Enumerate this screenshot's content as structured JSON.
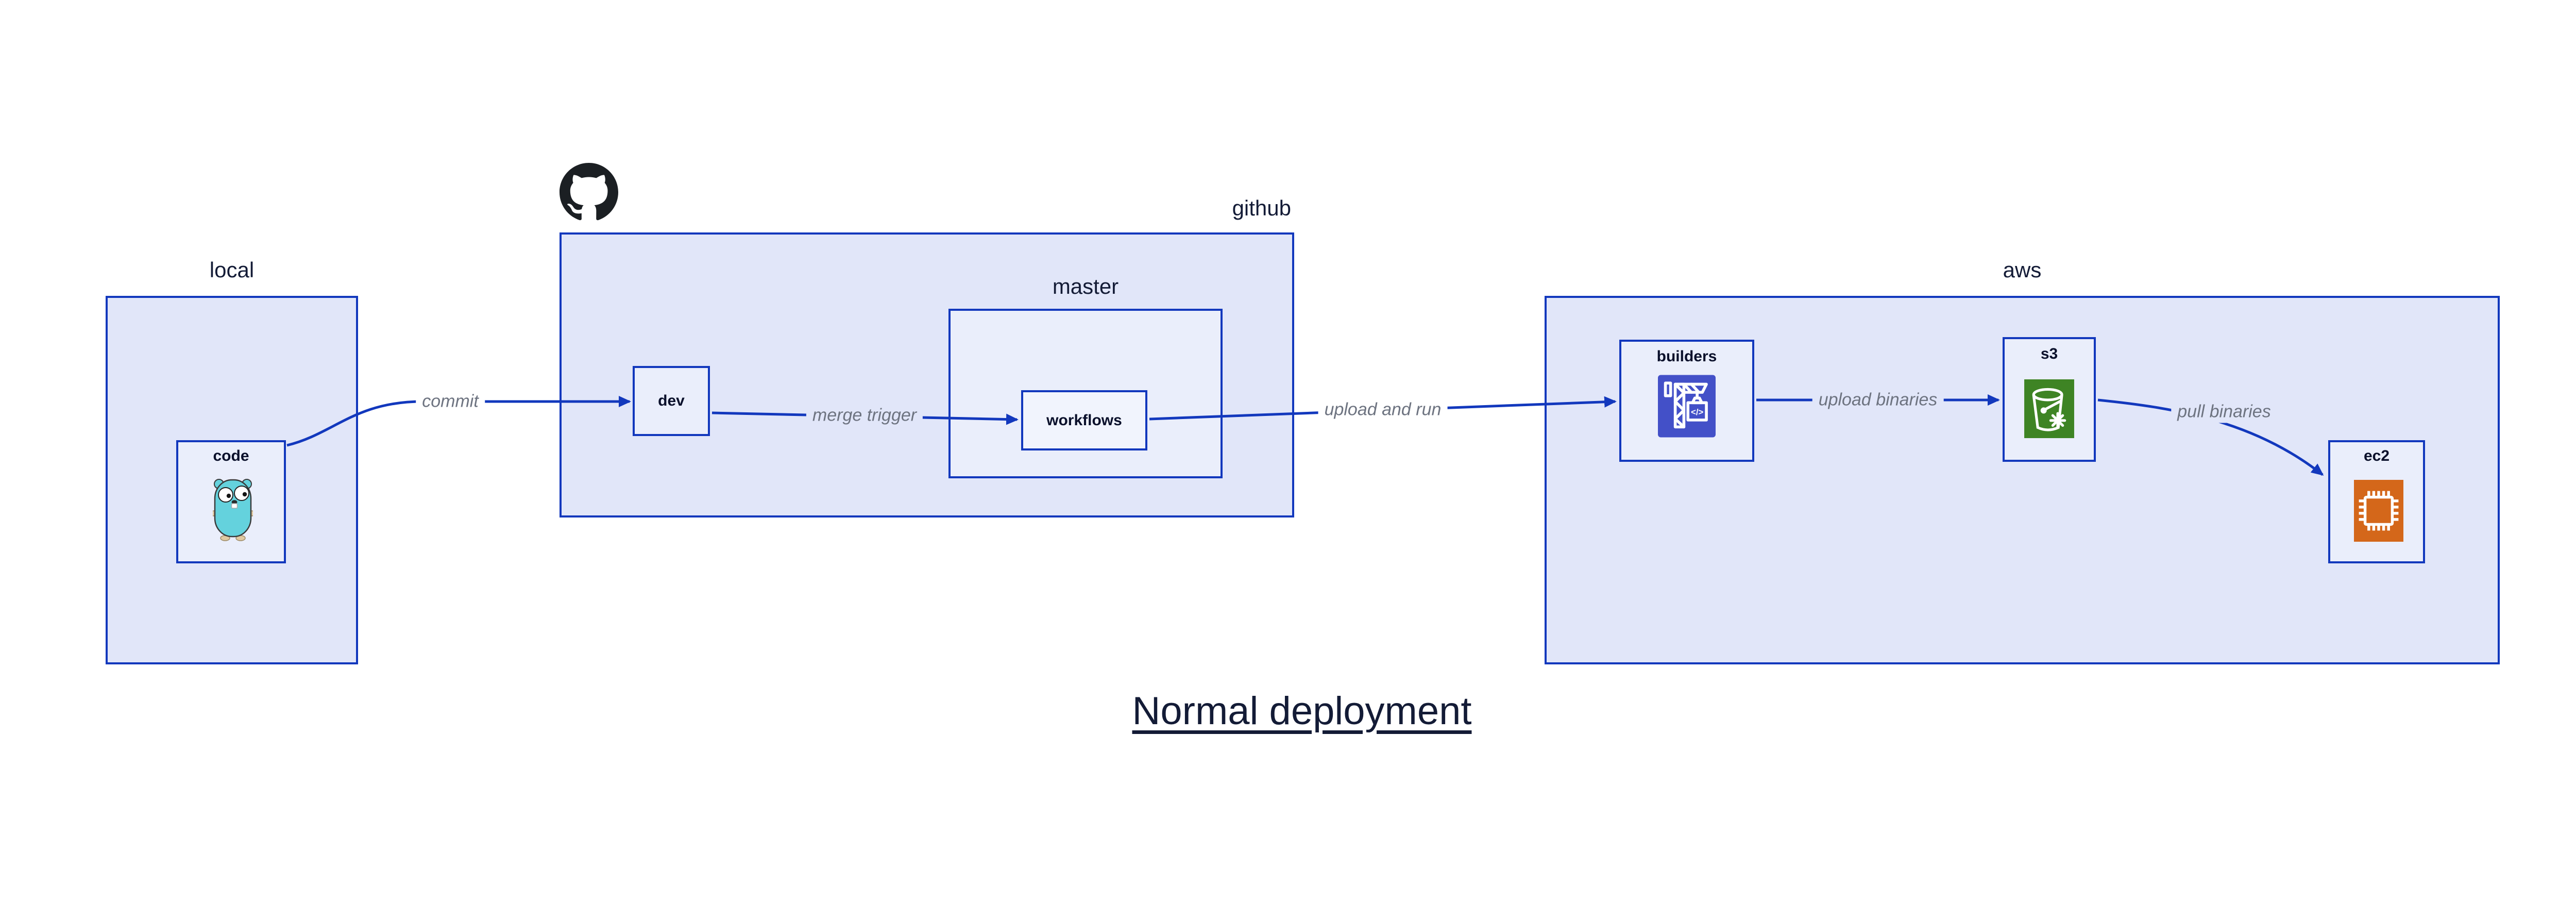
{
  "title": "Normal deployment",
  "containers": {
    "local": {
      "label": "local"
    },
    "github": {
      "label": "github"
    },
    "master": {
      "label": "master"
    },
    "aws": {
      "label": "aws"
    }
  },
  "nodes": {
    "code": {
      "label": "code",
      "icon": "go-gopher-icon"
    },
    "dev": {
      "label": "dev"
    },
    "workflows": {
      "label": "workflows"
    },
    "builders": {
      "label": "builders",
      "icon": "codebuild-crane-icon"
    },
    "s3": {
      "label": "s3",
      "icon": "s3-bucket-icon"
    },
    "ec2": {
      "label": "ec2",
      "icon": "ec2-chip-icon"
    }
  },
  "edges": [
    {
      "from": "code",
      "to": "dev",
      "label": "commit"
    },
    {
      "from": "dev",
      "to": "workflows",
      "label": "merge trigger"
    },
    {
      "from": "workflows",
      "to": "builders",
      "label": "upload and run"
    },
    {
      "from": "builders",
      "to": "s3",
      "label": "upload binaries"
    },
    {
      "from": "s3",
      "to": "ec2",
      "label": "pull binaries"
    }
  ],
  "logo": {
    "icon": "github-octocat-logo-icon"
  },
  "colors": {
    "border_blue": "#1238bd",
    "container_fill": "#e1e6f9",
    "node_fill": "#eaeefb",
    "workflows_fill": "#f1f4fd",
    "label_gray": "#6d7380",
    "text_navy": "#131b36",
    "node_text": "#0a102b",
    "builders_indigo": "#4350c8",
    "s3_green": "#3e8424",
    "ec2_orange": "#d4671a",
    "github_black": "#1b1f23",
    "gopher_cyan": "#64d2dd",
    "page_white": "#ffffff"
  }
}
